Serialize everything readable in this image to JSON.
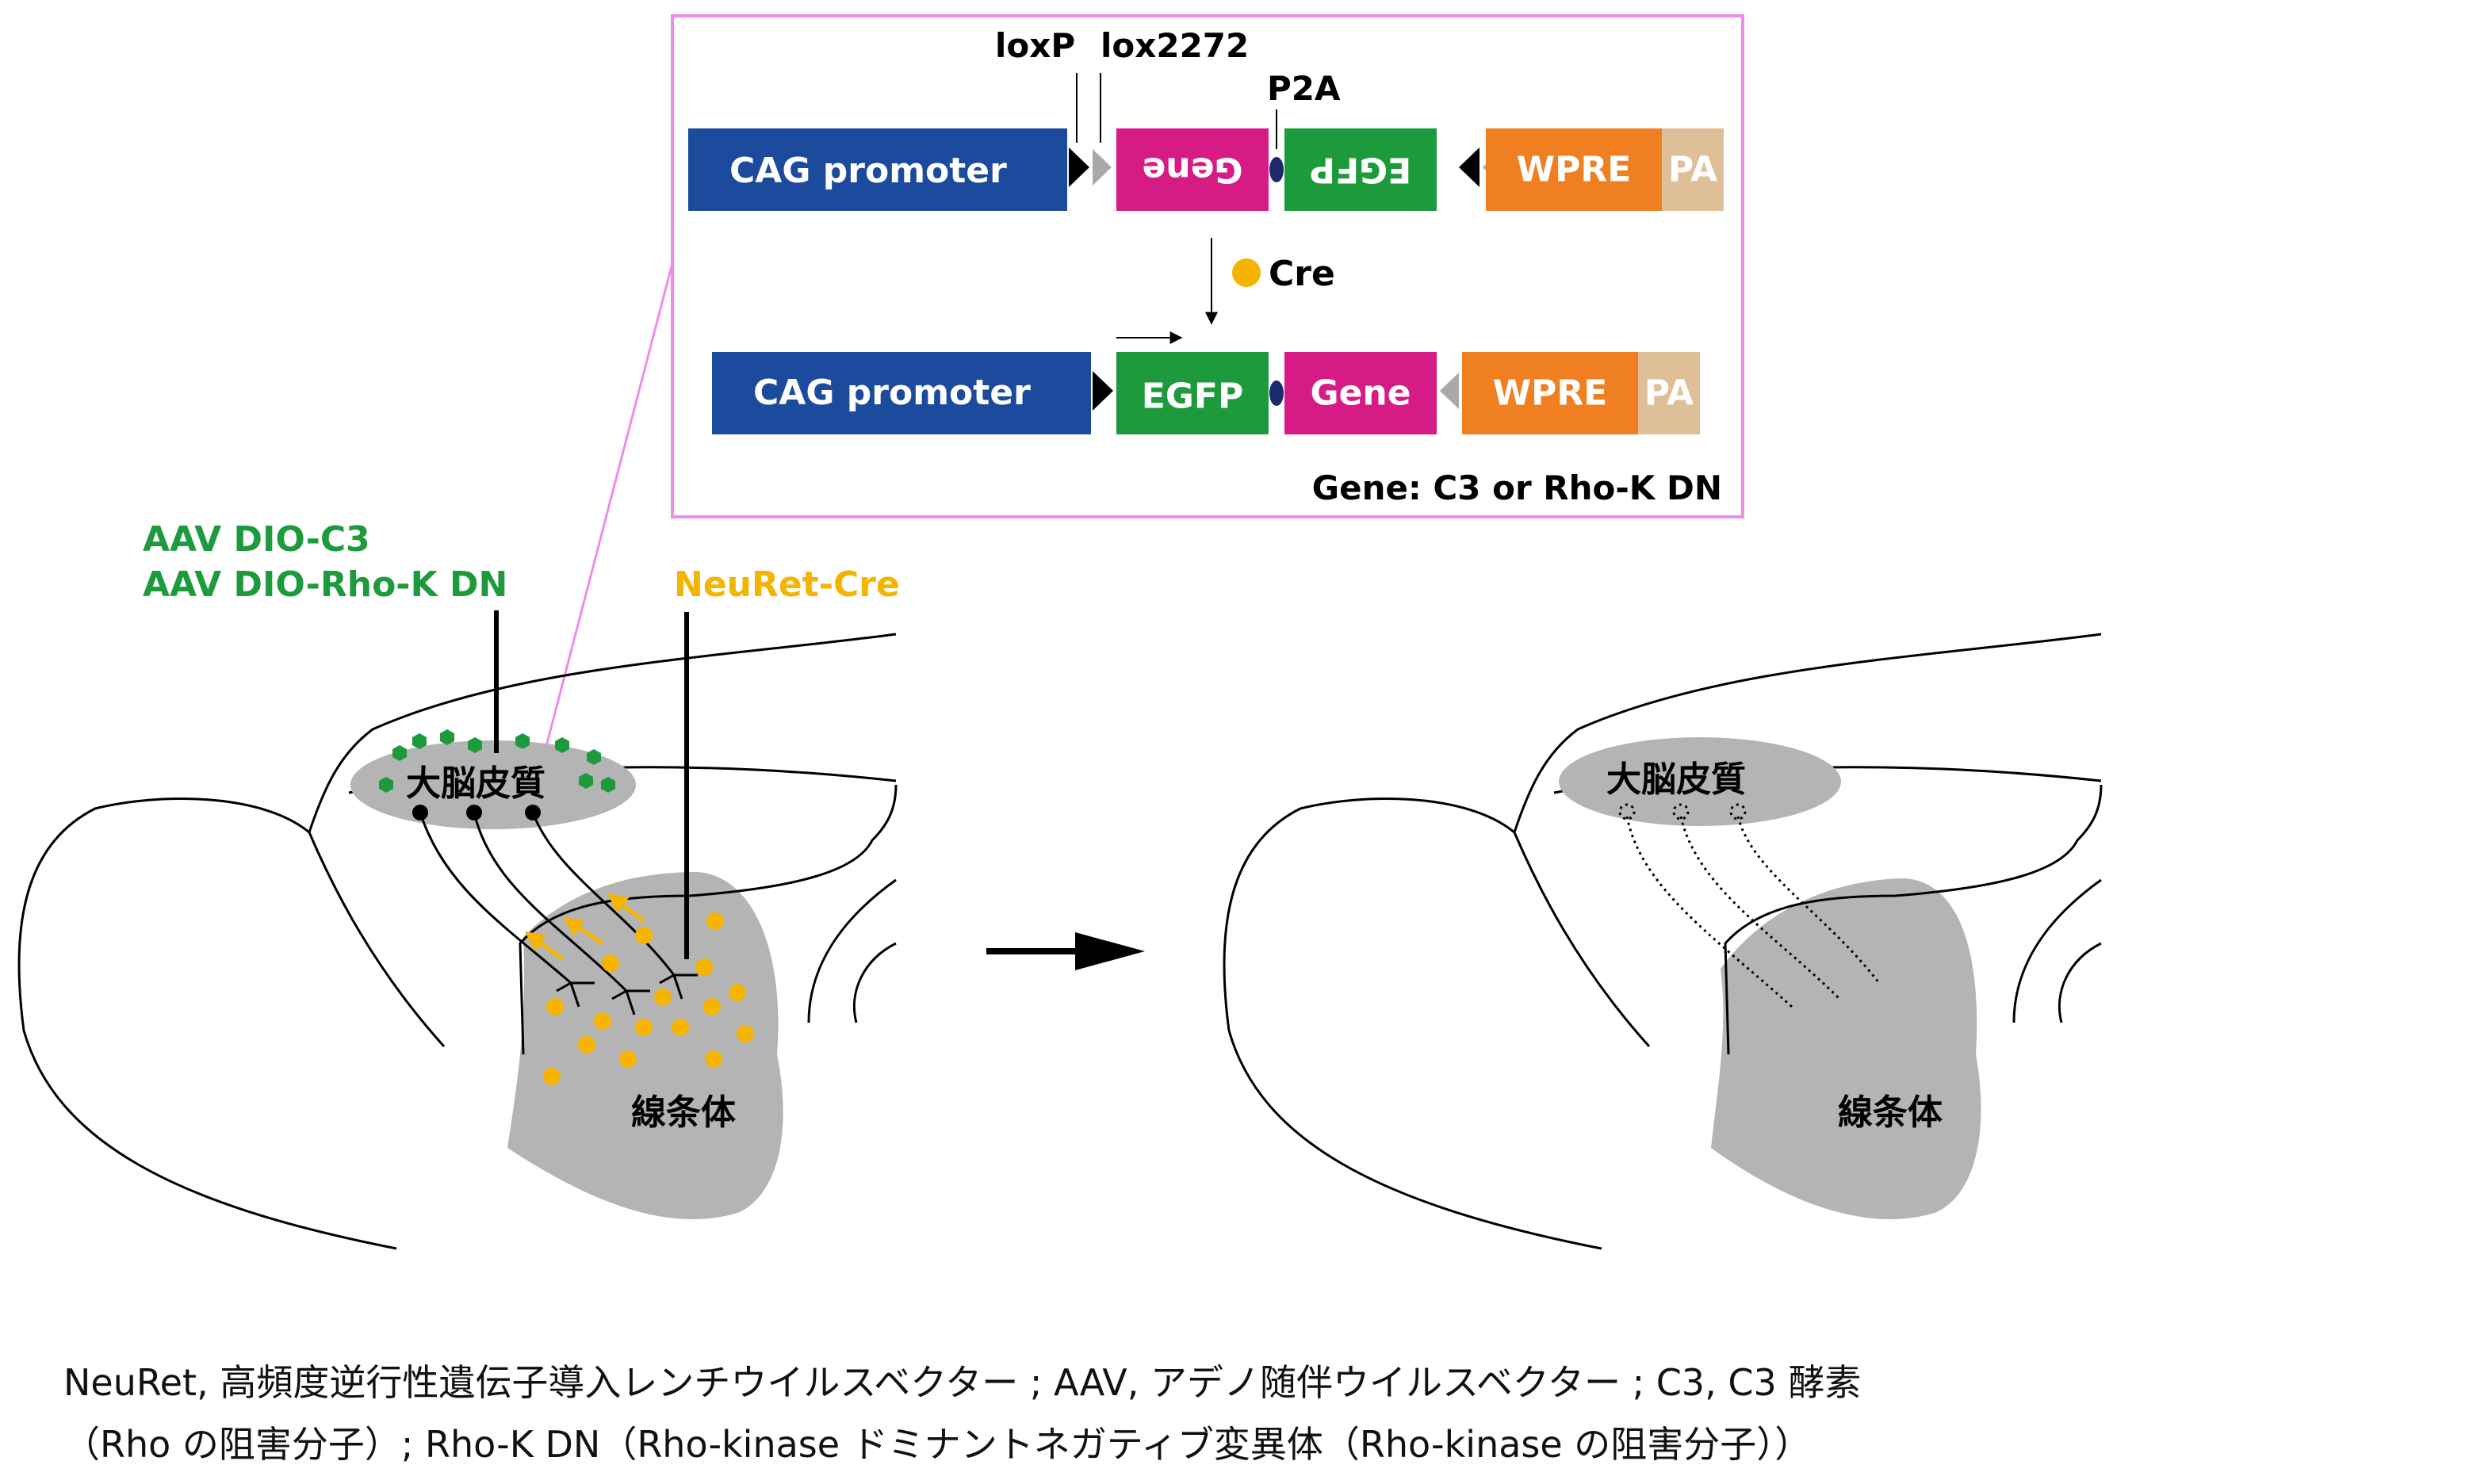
{
  "construct": {
    "labels": {
      "loxp": "loxP",
      "lox2272": "lox2272",
      "p2a": "P2A",
      "cre": "Cre"
    },
    "row1": {
      "cag": "CAG promoter",
      "gene": "Gene",
      "egfp": "EGFP",
      "wpre": "WPRE",
      "pa": "PA"
    },
    "row2": {
      "cag": "CAG promoter",
      "egfp": "EGFP",
      "gene": "Gene",
      "wpre": "WPRE",
      "pa": "PA"
    },
    "gene_note": "Gene: C3 or Rho-K DN"
  },
  "left_panel": {
    "aav_line1": "AAV DIO-C3",
    "aav_line2": "AAV DIO-Rho-K DN",
    "neuret": "NeuRet-Cre",
    "cortex": "大脳皮質",
    "striatum": "線条体"
  },
  "right_panel": {
    "cortex": "大脳皮質",
    "striatum": "線条体"
  },
  "caption": {
    "line1": "NeuRet, 高頻度逆行性遺伝子導入レンチウイルスベクター ; AAV, アデノ随伴ウイルスベクター ; C3, C3 酵素",
    "line2": "（Rho の阻害分子）; Rho-K DN（Rho-kinase ドミナントネガティブ変異体（Rho-kinase の阻害分子））"
  },
  "colors": {
    "cag": "#1c4a9c",
    "gene": "#d61c84",
    "egfp": "#1d9a3c",
    "wpre": "#f07f22",
    "pa": "#dfbf98",
    "aav_text": "#1d9a3c",
    "neuret_text": "#f5b400",
    "frame": "#f08ce8",
    "region": "#b4b4b4"
  }
}
